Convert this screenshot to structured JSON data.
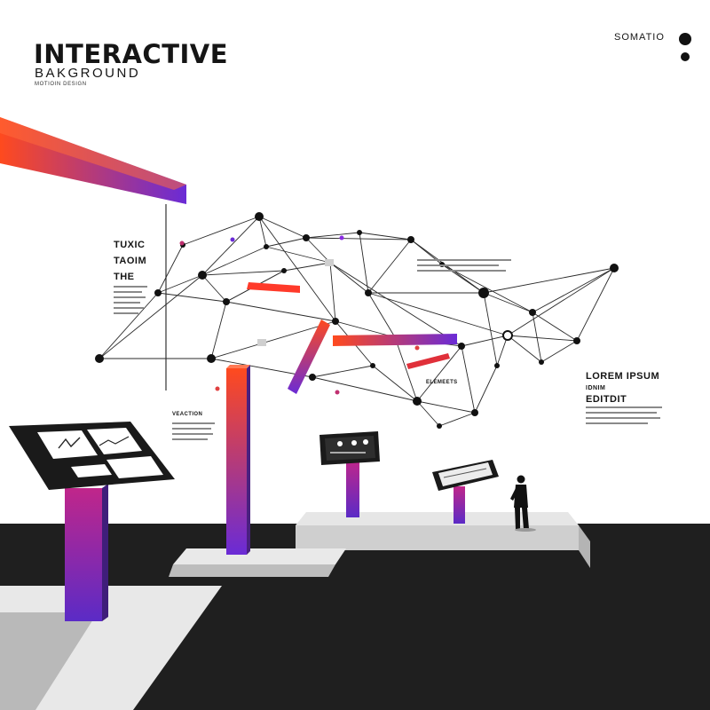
{
  "header": {
    "title": "INTERACTIVE",
    "subtitle": "BAKGROUND",
    "tagline": "MOTIOIN DESIGN"
  },
  "brand": {
    "name": "SOMATIO",
    "icon": "dots-icon"
  },
  "left_label": {
    "lines": [
      "TUXIC",
      "TAOIM",
      "THE"
    ]
  },
  "right_block": {
    "heading_lines": [
      "LOREM IPSUM",
      "IDNIM",
      "EDITDIT"
    ]
  },
  "pillar_label": "VEACTION",
  "network_caption": "ELEMEETS",
  "colors": {
    "gradient_start": "#ff4a1e",
    "gradient_end": "#6a2bd6",
    "floor": "#1f1f1f",
    "platform": "#e8e8e8",
    "screen": "#1a1a1a"
  }
}
